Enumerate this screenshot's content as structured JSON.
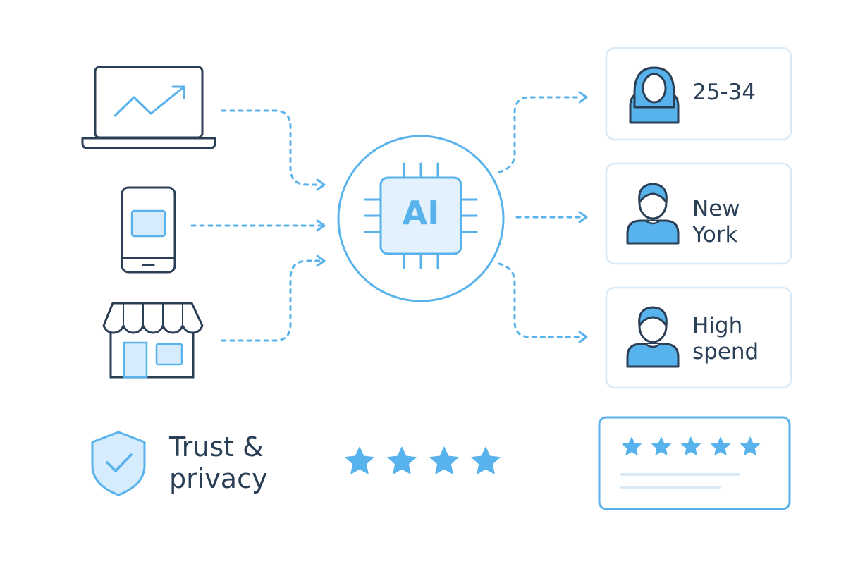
{
  "diagram": {
    "ai_hub": {
      "label": "AI"
    },
    "sources": [
      {
        "name": "laptop-analytics",
        "icon": "laptop-chart-icon"
      },
      {
        "name": "mobile-device",
        "icon": "smartphone-icon"
      },
      {
        "name": "retail-store",
        "icon": "storefront-icon"
      }
    ],
    "segments": [
      {
        "icon": "woman-avatar-icon",
        "lines": [
          "25-34"
        ]
      },
      {
        "icon": "man-avatar-icon",
        "lines": [
          "New",
          "York"
        ]
      },
      {
        "icon": "man-avatar-icon",
        "lines": [
          "High",
          "spend"
        ]
      }
    ],
    "trust": {
      "icon": "shield-check-icon",
      "lines": [
        "Trust &",
        "privacy"
      ]
    },
    "rating": {
      "stars": 4,
      "icon": "star-icon"
    },
    "review_card": {
      "stars": 5,
      "icon": "star-icon"
    },
    "colors": {
      "dark": "#2a3f55",
      "accent": "#58b2ec",
      "accent_fill": "#d6ebfb",
      "card_border": "#d9e9f6"
    }
  }
}
